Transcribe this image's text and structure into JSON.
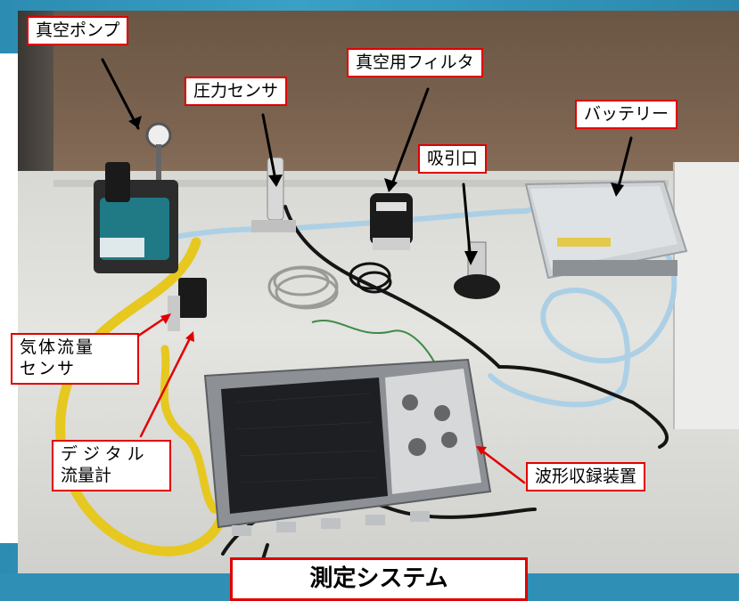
{
  "labels": {
    "vacuum_pump": "真空ポンプ",
    "vacuum_filter": "真空用フィルタ",
    "pressure_sensor": "圧力センサ",
    "battery": "バッテリー",
    "suction_port": "吸引口",
    "gas_flow_sensor_line1": "気体流量",
    "gas_flow_sensor_line2": "センサ",
    "digital_flowmeter_line1": "デジタル",
    "digital_flowmeter_line2": "流量計",
    "waveform_recorder": "波形収録装置",
    "bottom_caption": "測定システム"
  },
  "colors": {
    "label_border": "#e00000",
    "slide_background": "#2f8fb4",
    "arrow_black": "#000000",
    "arrow_red": "#e00000"
  }
}
